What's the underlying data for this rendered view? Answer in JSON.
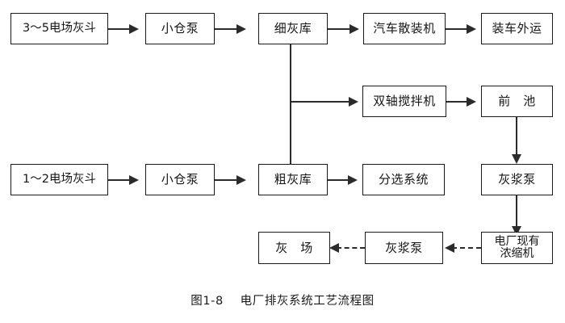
{
  "figure": {
    "caption": "图1-8    电厂排灰系统工艺流程图",
    "background": "#ffffff",
    "line_color": "#2b2b2b",
    "box_border_color": "#1a1a1a",
    "text_color": "#161616"
  },
  "nodes": {
    "hopper_35": "3～5电场灰斗",
    "pump_top": "小仓泵",
    "fine_ash_silo": "细灰库",
    "truck_bulk_loader": "汽车散装机",
    "truck_outbound": "装车外运",
    "twin_shaft_mixer": "双轴搅拌机",
    "front_pool": "前　池",
    "hopper_12": "1～2电场灰斗",
    "pump_bottom": "小仓泵",
    "coarse_ash_silo": "粗灰库",
    "sorting_system": "分选系统",
    "slurry_pump_right": "灰浆泵",
    "existing_thickener_line1": "电厂现有",
    "existing_thickener_line2": "浓缩机",
    "slurry_pump_bottom": "灰浆泵",
    "ash_yard": "灰　场"
  },
  "edges": [
    {
      "from": "hopper_35",
      "to": "pump_top",
      "style": "solid",
      "direction": "right"
    },
    {
      "from": "pump_top",
      "to": "fine_ash_silo",
      "style": "solid",
      "direction": "right"
    },
    {
      "from": "fine_ash_silo",
      "to": "truck_bulk_loader",
      "style": "solid",
      "direction": "right"
    },
    {
      "from": "truck_bulk_loader",
      "to": "truck_outbound",
      "style": "solid",
      "direction": "right"
    },
    {
      "from": "fine_ash_silo",
      "to": "twin_shaft_mixer",
      "style": "solid",
      "direction": "right"
    },
    {
      "from": "twin_shaft_mixer",
      "to": "front_pool",
      "style": "solid",
      "direction": "right"
    },
    {
      "from": "fine_ash_silo",
      "to": "coarse_ash_silo",
      "style": "solid",
      "direction": "down"
    },
    {
      "from": "hopper_12",
      "to": "pump_bottom",
      "style": "solid",
      "direction": "right"
    },
    {
      "from": "pump_bottom",
      "to": "coarse_ash_silo",
      "style": "solid",
      "direction": "right"
    },
    {
      "from": "coarse_ash_silo",
      "to": "sorting_system",
      "style": "solid",
      "direction": "right"
    },
    {
      "from": "front_pool",
      "to": "slurry_pump_right",
      "style": "solid",
      "direction": "down"
    },
    {
      "from": "slurry_pump_right",
      "to": "existing_thickener",
      "style": "solid",
      "direction": "down"
    },
    {
      "from": "existing_thickener",
      "to": "slurry_pump_bottom",
      "style": "dashed",
      "direction": "left"
    },
    {
      "from": "slurry_pump_bottom",
      "to": "ash_yard",
      "style": "dashed",
      "direction": "left"
    }
  ]
}
